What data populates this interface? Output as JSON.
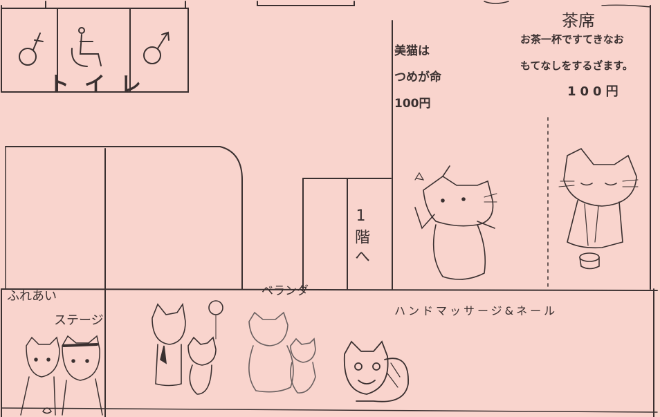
{
  "toilet": {
    "label": "トイレ",
    "icons": [
      "female-symbol-icon",
      "wheelchair-icon",
      "male-symbol-icon"
    ]
  },
  "nail_shop": {
    "line1": "美猫は",
    "line2": "つめが命",
    "price": "100円"
  },
  "tea_room": {
    "title": "茶席",
    "line1": "お茶一杯ですてきなお",
    "line2": "もてなしをするざます。",
    "price": "100円"
  },
  "stairs": {
    "label": "1階へ"
  },
  "stage": {
    "line1": "ふれあい",
    "line2": "ステージ"
  },
  "veranda": {
    "label": "ベランダ"
  },
  "massage": {
    "label": "ハンドマッサージ&ネール"
  },
  "colors": {
    "paper": "#f9d4cd",
    "ink": "#2a2323"
  }
}
